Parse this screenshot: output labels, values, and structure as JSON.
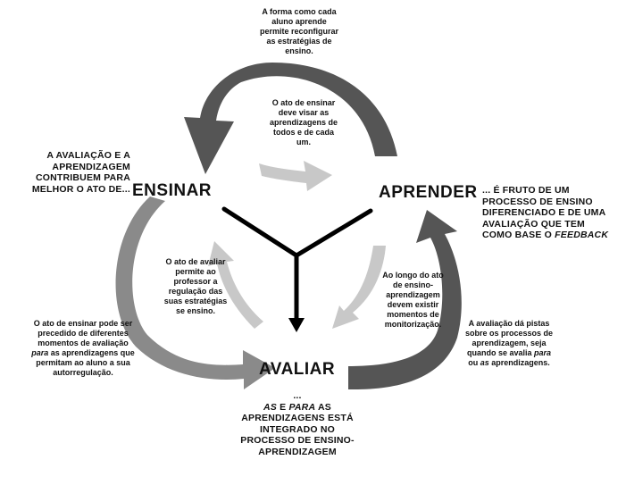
{
  "colors": {
    "background": "#ffffff",
    "arrow_dark": "#555555",
    "arrow_mid": "#8a8a8a",
    "arrow_light": "#c8c8c8",
    "center_lines": "#000000",
    "text": "#111111"
  },
  "nodes": {
    "ensinar": "ENSINAR",
    "aprender": "APRENDER",
    "avaliar": "AVALIAR"
  },
  "notes": {
    "top_outer": "A forma como cada aluno aprende permite reconfigurar as estratégias de ensino.",
    "top_inner": "O ato de ensinar deve visar as aprendizagens de todos e de cada um.",
    "left_inner": "O ato de avaliar permite ao professor a regulação das suas estratégias se ensino.",
    "right_inner": "Ao longo do ato de ensino-aprendizagem devem existir momentos de monitorização.",
    "left_bottom_pre": "O ato de ensinar pode ser precedido de diferentes momentos de avaliação",
    "left_bottom_em": "para",
    "left_bottom_post": "as aprendizagens que permitam ao aluno a sua autorregulação.",
    "right_bottom_pre": "A avaliação dá pistas sobre os processos de aprendizagem, seja quando se avalia",
    "right_bottom_em1": "para",
    "right_bottom_mid": "ou",
    "right_bottom_em2": "as",
    "right_bottom_post": "aprendizagens."
  },
  "captions": {
    "left": "A AVALIAÇÃO E A APRENDIZAGEM CONTRIBUEM PARA MELHOR O ATO DE...",
    "right_pre": "... É FRUTO DE UM PROCESSO DE ENSINO DIFERENCIADO E DE UMA AVALIAÇÃO QUE TEM COMO BASE O",
    "right_em": "FEEDBACK",
    "bottom_dots": "...",
    "bottom_em1": "AS",
    "bottom_mid": "E",
    "bottom_em2": "PARA",
    "bottom_post": "AS APRENDIZAGENS ESTÁ INTEGRADO NO PROCESSO DE ENSINO-APRENDIZAGEM"
  }
}
